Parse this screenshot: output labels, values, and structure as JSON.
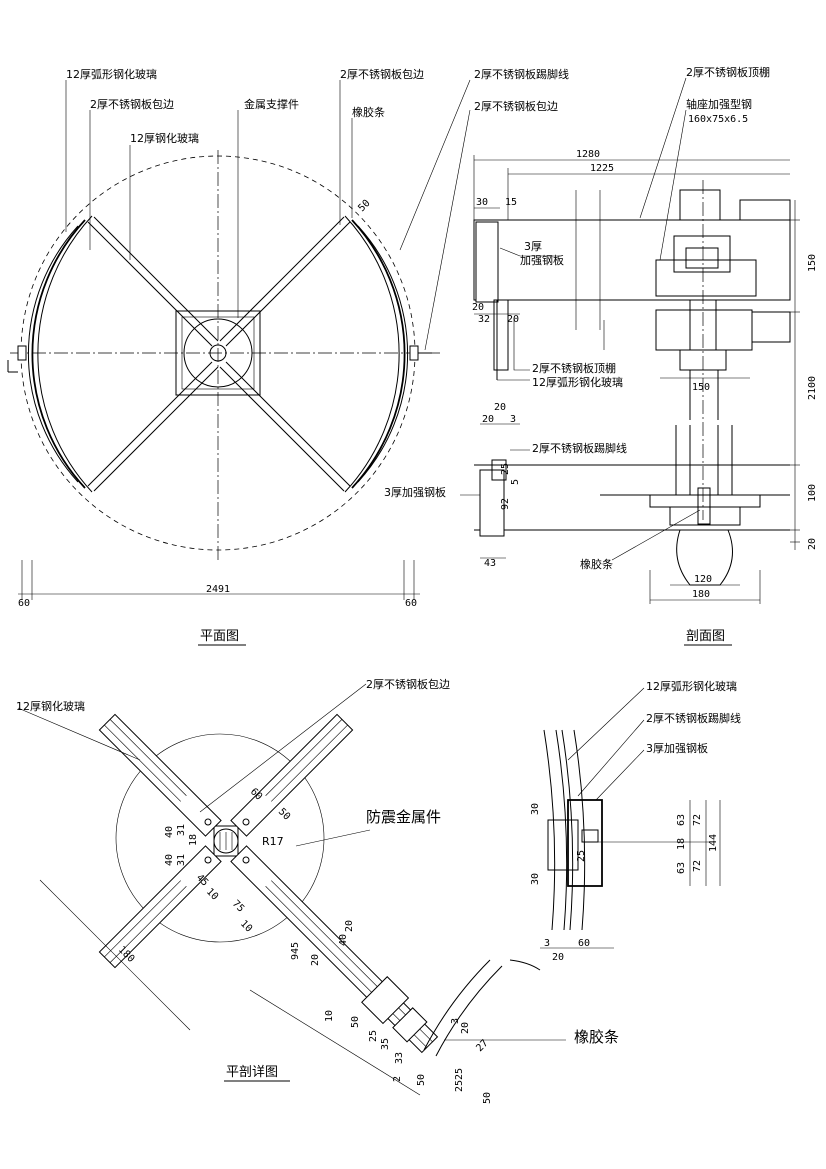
{
  "plan": {
    "title": "平面图",
    "labels": {
      "curved_glass": "12厚弧形钢化玻璃",
      "steel_edge": "2厚不锈钢板包边",
      "steel_edge_right": "2厚不锈钢板包边",
      "tempered_glass": "12厚钢化玻璃",
      "metal_support": "金属支撑件",
      "rubber_strip": "橡胶条",
      "top_kick": "2厚不锈钢板踢脚线",
      "top_edge2": "2厚不锈钢板包边"
    },
    "dims": {
      "total": "2491",
      "left": "60",
      "right": "60",
      "tag50": "50"
    }
  },
  "section": {
    "title": "剖面图",
    "labels": {
      "ceiling_steel": "2厚不锈钢板顶棚",
      "bearing_steel": "轴座加强型钢",
      "bearing_size": "160x75x6.5",
      "reinforce": "3厚",
      "reinforce2": "加强钢板",
      "ceiling_steel_low": "2厚不锈钢板顶棚",
      "curved_glass_low": "12厚弧形钢化玻璃",
      "kick_line": "2厚不锈钢板踢脚线",
      "reinforce_plate": "3厚加强钢板",
      "rubber": "橡胶条"
    },
    "dims": {
      "d1280": "1280",
      "d1225": "1225",
      "d30": "30",
      "d15": "15",
      "d20a": "20",
      "d32": "32",
      "d20b": "20",
      "d150": "150",
      "v150": "150",
      "v2100": "2100",
      "v100": "100",
      "v20": "20",
      "d20c": "20",
      "d20d": "20",
      "d3": "3",
      "d25": "25",
      "d5": "5",
      "d92": "92",
      "d43": "43",
      "d120": "120",
      "d180": "180"
    }
  },
  "detail": {
    "title": "平剖详图",
    "labels": {
      "edge": "2厚不锈钢板包边",
      "glass": "12厚钢化玻璃",
      "anti_seismic": "防震金属件",
      "rubber": "橡胶条",
      "r17": "R17",
      "curved": "12厚弧形钢化玻璃",
      "kick": "2厚不锈钢板踢脚线",
      "plate": "3厚加强钢板"
    },
    "dims": {
      "d60a": "60",
      "d50a": "50",
      "d40a": "40",
      "d31a": "31",
      "d18a": "18",
      "d40b": "40",
      "d31b": "31",
      "d45": "45",
      "d10a": "10",
      "d75": "75",
      "d10b": "10",
      "d180": "180",
      "d945": "945",
      "d20a": "20",
      "d40c": "40",
      "d20b": "20",
      "d10c": "10",
      "d50b": "50",
      "d25": "25",
      "d35": "35",
      "d33": "33",
      "d50c": "50",
      "d2": "2",
      "d3": "3",
      "d20c": "20",
      "d27": "27",
      "d2525": "2525",
      "d50d": "50",
      "r30a": "30",
      "r30b": "30",
      "r3": "3",
      "r20": "20",
      "r60": "60",
      "r63a": "63",
      "r18": "18",
      "r63b": "63",
      "r72a": "72",
      "r72b": "72",
      "r144": "144",
      "r25": "25"
    }
  }
}
